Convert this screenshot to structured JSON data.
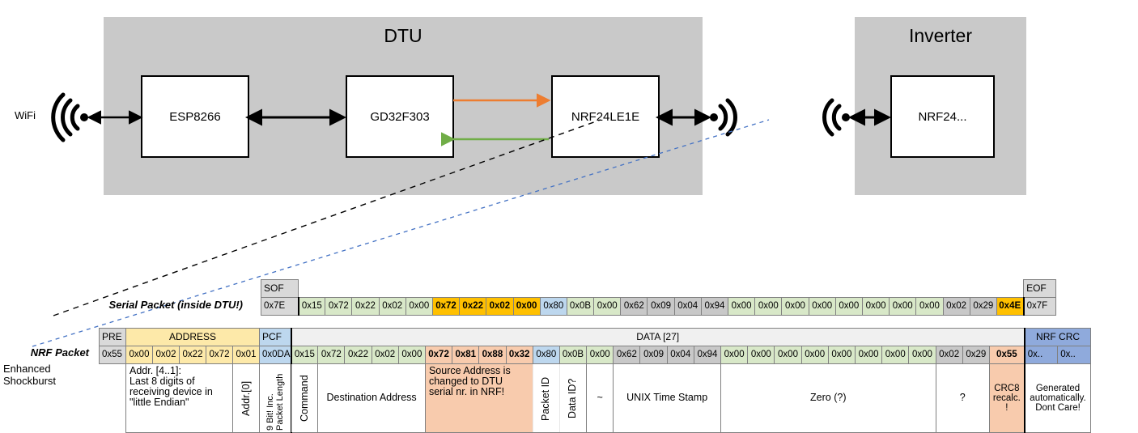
{
  "diagram": {
    "dtu": {
      "title": "DTU",
      "chips": [
        {
          "label": "ESP8266"
        },
        {
          "label": "GD32F303"
        },
        {
          "label": "NRF24LE1E"
        }
      ],
      "wifi_label": "WiFi"
    },
    "inverter": {
      "title": "Inverter",
      "chips": [
        {
          "label": "NRF24..."
        }
      ]
    },
    "arrow_colors": {
      "tx": "#ed7d31",
      "rx": "#70ad47",
      "link": "#000000",
      "callout_serial": "#000000",
      "callout_nrf": "#4472c4"
    }
  },
  "labels": {
    "serial_packet": "Serial Packet (inside DTU!)",
    "nrf_packet": "NRF Packet",
    "enhanced_shockburst": "Enhanced Shockburst"
  },
  "serial_packet": {
    "sof_label": "SOF",
    "sof_value": "0x7E",
    "eof_label": "EOF",
    "eof_value": "0x7F",
    "bytes": [
      {
        "v": "0x15",
        "c": "green",
        "b": false
      },
      {
        "v": "0x72",
        "c": "green",
        "b": false
      },
      {
        "v": "0x22",
        "c": "green",
        "b": false
      },
      {
        "v": "0x02",
        "c": "green",
        "b": false
      },
      {
        "v": "0x00",
        "c": "green",
        "b": false
      },
      {
        "v": "0x72",
        "c": "yellow",
        "b": true
      },
      {
        "v": "0x22",
        "c": "yellow",
        "b": true
      },
      {
        "v": "0x02",
        "c": "yellow",
        "b": true
      },
      {
        "v": "0x00",
        "c": "yellow",
        "b": true
      },
      {
        "v": "0x80",
        "c": "blue",
        "b": false
      },
      {
        "v": "0x0B",
        "c": "green",
        "b": false
      },
      {
        "v": "0x00",
        "c": "green",
        "b": false
      },
      {
        "v": "0x62",
        "c": "graym",
        "b": false
      },
      {
        "v": "0x09",
        "c": "graym",
        "b": false
      },
      {
        "v": "0x04",
        "c": "graym",
        "b": false
      },
      {
        "v": "0x94",
        "c": "graym",
        "b": false
      },
      {
        "v": "0x00",
        "c": "green",
        "b": false
      },
      {
        "v": "0x00",
        "c": "green",
        "b": false
      },
      {
        "v": "0x00",
        "c": "green",
        "b": false
      },
      {
        "v": "0x00",
        "c": "green",
        "b": false
      },
      {
        "v": "0x00",
        "c": "green",
        "b": false
      },
      {
        "v": "0x00",
        "c": "green",
        "b": false
      },
      {
        "v": "0x00",
        "c": "green",
        "b": false
      },
      {
        "v": "0x00",
        "c": "green",
        "b": false
      },
      {
        "v": "0x02",
        "c": "graym",
        "b": false
      },
      {
        "v": "0x29",
        "c": "graym",
        "b": false
      },
      {
        "v": "0x4E",
        "c": "yellow",
        "b": true
      }
    ]
  },
  "nrf_packet": {
    "headers": {
      "pre": "PRE",
      "address": "ADDRESS",
      "pcf": "PCF",
      "data": "DATA [27]",
      "nrf_crc": "NRF CRC"
    },
    "pre_value": "0x55",
    "address_values": [
      "0x00",
      "0x02",
      "0x22",
      "0x72",
      "0x01"
    ],
    "pcf_value": "0x0DA",
    "bytes": [
      {
        "v": "0x15",
        "c": "green",
        "b": false
      },
      {
        "v": "0x72",
        "c": "green",
        "b": false
      },
      {
        "v": "0x22",
        "c": "green",
        "b": false
      },
      {
        "v": "0x02",
        "c": "green",
        "b": false
      },
      {
        "v": "0x00",
        "c": "green",
        "b": false
      },
      {
        "v": "0x72",
        "c": "orange",
        "b": true
      },
      {
        "v": "0x81",
        "c": "orange",
        "b": true
      },
      {
        "v": "0x88",
        "c": "orange",
        "b": true
      },
      {
        "v": "0x32",
        "c": "orange",
        "b": true
      },
      {
        "v": "0x80",
        "c": "blue",
        "b": false
      },
      {
        "v": "0x0B",
        "c": "green",
        "b": false
      },
      {
        "v": "0x00",
        "c": "green",
        "b": false
      },
      {
        "v": "0x62",
        "c": "graym",
        "b": false
      },
      {
        "v": "0x09",
        "c": "graym",
        "b": false
      },
      {
        "v": "0x04",
        "c": "graym",
        "b": false
      },
      {
        "v": "0x94",
        "c": "graym",
        "b": false
      },
      {
        "v": "0x00",
        "c": "green",
        "b": false
      },
      {
        "v": "0x00",
        "c": "green",
        "b": false
      },
      {
        "v": "0x00",
        "c": "green",
        "b": false
      },
      {
        "v": "0x00",
        "c": "green",
        "b": false
      },
      {
        "v": "0x00",
        "c": "green",
        "b": false
      },
      {
        "v": "0x00",
        "c": "green",
        "b": false
      },
      {
        "v": "0x00",
        "c": "green",
        "b": false
      },
      {
        "v": "0x00",
        "c": "green",
        "b": false
      },
      {
        "v": "0x02",
        "c": "graym",
        "b": false
      },
      {
        "v": "0x29",
        "c": "graym",
        "b": false
      },
      {
        "v": "0x55",
        "c": "orange",
        "b": true
      }
    ],
    "crc_values": [
      "0x..",
      "0x.."
    ]
  },
  "descriptions": {
    "address": "Addr. [4..1]:\nLast 8 digits of receiving device in \"little Endian\"",
    "addr0": "Addr.[0]",
    "pcf_1": "9 Bit!",
    "pcf_2": "Inc. Packet",
    "pcf_3": "Length",
    "command": "Command",
    "destination_address": "Destination Address",
    "source_address": "Source Address is changed to DTU serial nr. in NRF!",
    "packet_id": "Packet ID",
    "data_id": "Data ID?",
    "tilde": "~",
    "unix_time_stamp": "UNIX Time Stamp",
    "zero": "Zero (?)",
    "question": "?",
    "crc8": "CRC8 recalc. !",
    "nrf_crc_note": "Generated automatically. Dont Care!"
  },
  "colors": {
    "green": "#d8e8c8",
    "gray_mid": "#c8c8c8",
    "gray_light": "#d9d9d9",
    "yellow": "#ffc000",
    "light_yellow": "#fde9a9",
    "blue": "#bdd7ee",
    "nrf_blue": "#8faadc",
    "orange": "#f8cbad",
    "enclosure": "#c9c9c9",
    "arrow_tx": "#ed7d31",
    "arrow_rx": "#70ad47"
  }
}
